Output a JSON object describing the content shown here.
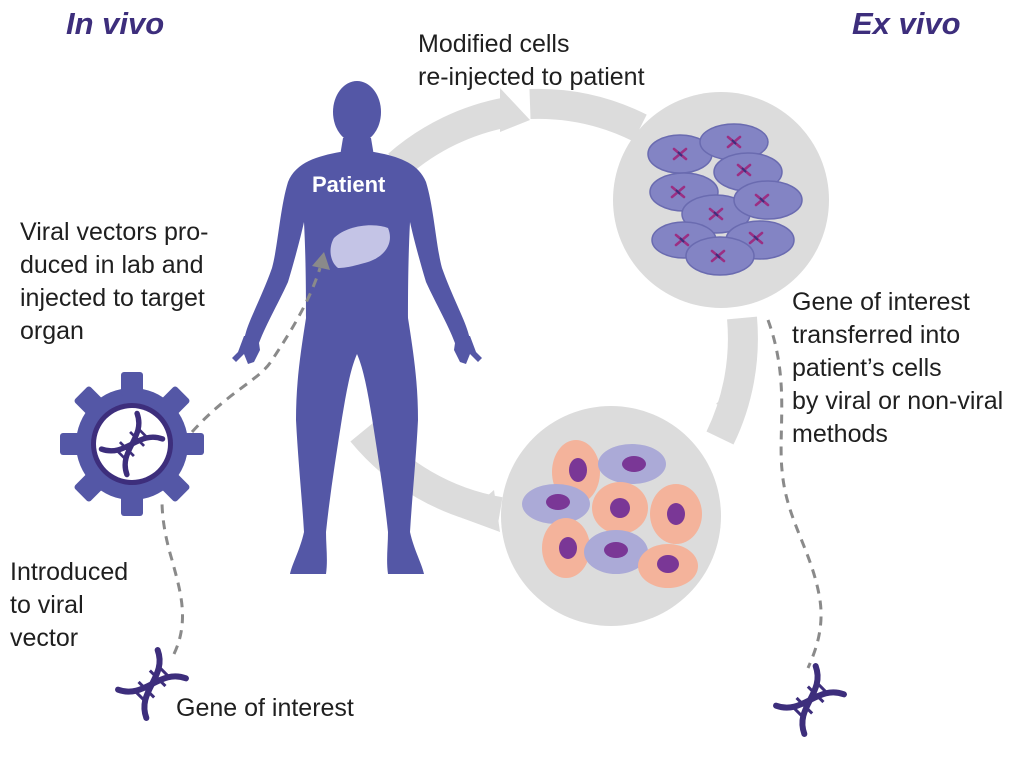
{
  "headings": {
    "in_vivo": "In vivo",
    "ex_vivo": "Ex vivo"
  },
  "labels": {
    "patient": "Patient",
    "reinjected": "Modified cells\nre-injected to patient",
    "viral_vectors": "Viral vectors pro-\nduced in lab and\ninjected to target\norgan",
    "gene_transferred": "Gene of interest\ntransferred into\npatient’s cells\nby viral or non-viral\nmethods",
    "introduced": "Introduced\nto viral\nvector",
    "gene_of_interest": "Gene of interest"
  },
  "colors": {
    "heading": "#3d2e7c",
    "body": "#5457a6",
    "liver": "#c4c4e6",
    "cycle_arrow": "#dcdcdc",
    "cell_pink": "#f4b39b",
    "cell_lavender": "#abaad7",
    "nucleus": "#7a3796",
    "dna": "#3d2e7c",
    "dashed_line": "#8a8a8a"
  },
  "icons": {
    "gear": "gear-icon",
    "dna": "dna-icon",
    "liver": "liver-icon"
  }
}
